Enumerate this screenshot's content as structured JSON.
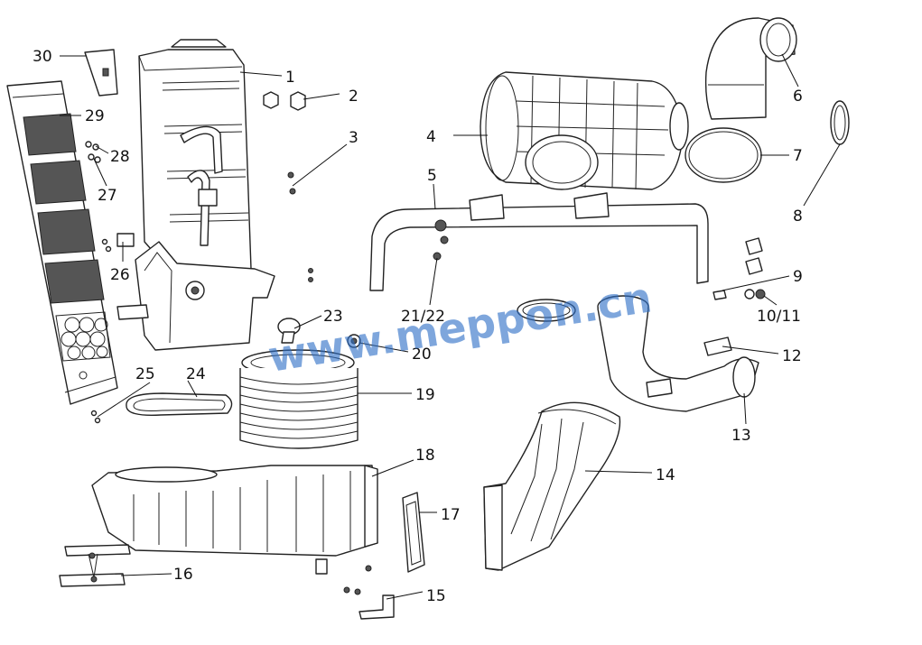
{
  "callouts": {
    "c1": "1",
    "c2": "2",
    "c3": "3",
    "c4": "4",
    "c5": "5",
    "c6": "6",
    "c7": "7",
    "c8": "8",
    "c9": "9",
    "c10_11": "10/11",
    "c12": "12",
    "c13": "13",
    "c14": "14",
    "c15": "15",
    "c16": "16",
    "c17": "17",
    "c18": "18",
    "c19": "19",
    "c20": "20",
    "c21_22": "21/22",
    "c23": "23",
    "c24": "24",
    "c25": "25",
    "c26": "26",
    "c27": "27",
    "c28": "28",
    "c29": "29",
    "c30": "30"
  },
  "watermark": "www.meppon.cn"
}
